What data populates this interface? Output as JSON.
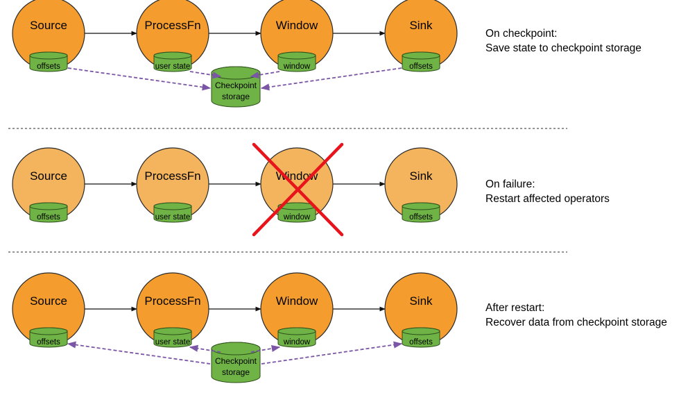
{
  "colors": {
    "operator_fill": "#F49D2E",
    "operator_fill_faded": "#F4B45E",
    "operator_stroke": "#2a2a2a",
    "state_fill": "#6FB246",
    "state_stroke": "#2c4f1a",
    "restore_arrow": "#7B55A6",
    "failure_cross": "#E8141C",
    "separator": "#555555"
  },
  "icons": {
    "state": "cylinder-icon",
    "failure": "red-x-cross-icon"
  },
  "rows": [
    {
      "id": "checkpoint",
      "caption_line1": "On checkpoint:",
      "caption_line2": "Save state to checkpoint storage",
      "faded": false,
      "failed_operator": null,
      "storage": {
        "line1": "Checkpoint",
        "line2": "storage"
      },
      "arrows_direction": "to-storage",
      "operators": [
        {
          "name": "Source",
          "state": "offsets"
        },
        {
          "name": "ProcessFn",
          "state": "user state"
        },
        {
          "name": "Window",
          "state": "window"
        },
        {
          "name": "Sink",
          "state": "offsets"
        }
      ]
    },
    {
      "id": "failure",
      "caption_line1": "On failure:",
      "caption_line2": "Restart affected operators",
      "faded": true,
      "failed_operator": "Window",
      "storage": null,
      "arrows_direction": null,
      "operators": [
        {
          "name": "Source",
          "state": "offsets"
        },
        {
          "name": "ProcessFn",
          "state": "user state"
        },
        {
          "name": "Window",
          "state": "window"
        },
        {
          "name": "Sink",
          "state": "offsets"
        }
      ]
    },
    {
      "id": "restart",
      "caption_line1": "After restart:",
      "caption_line2": "Recover data from checkpoint storage",
      "faded": false,
      "failed_operator": null,
      "storage": {
        "line1": "Checkpoint",
        "line2": "storage"
      },
      "arrows_direction": "from-storage",
      "operators": [
        {
          "name": "Source",
          "state": "offsets"
        },
        {
          "name": "ProcessFn",
          "state": "user state"
        },
        {
          "name": "Window",
          "state": "window"
        },
        {
          "name": "Sink",
          "state": "offsets"
        }
      ]
    }
  ]
}
